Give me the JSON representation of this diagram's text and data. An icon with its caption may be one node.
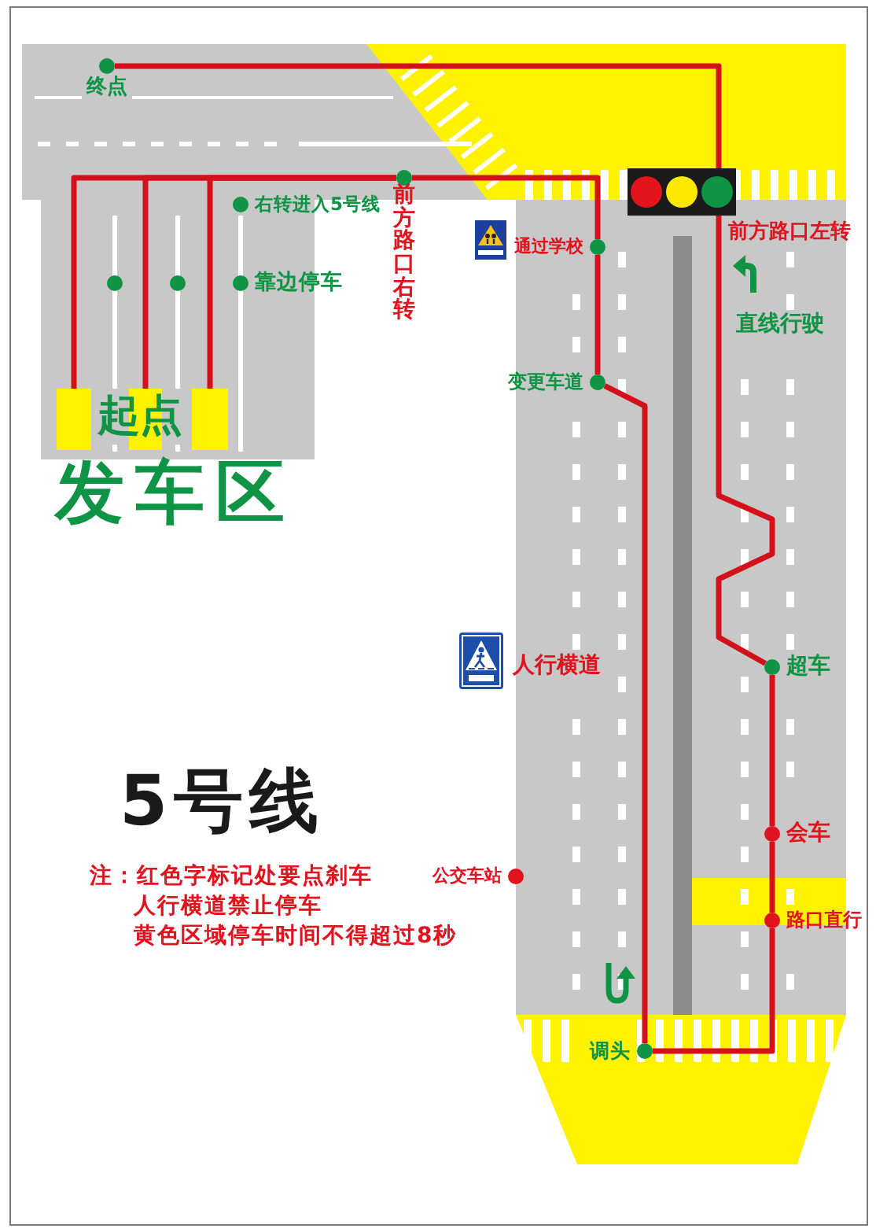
{
  "diagram": {
    "title": "5号线",
    "nodes": [
      {
        "text": [],
        "shape": "circle",
        "beside": [
          "终点"
        ]
      },
      {
        "text": [],
        "shape": "circle",
        "beside": [
          "右转进入5号线"
        ]
      },
      {
        "text": [],
        "shape": "circle",
        "beside": [
          "前方路口右转"
        ]
      },
      {
        "text": [],
        "shape": "circle"
      },
      {
        "text": [],
        "shape": "circle"
      },
      {
        "text": [],
        "shape": "circle",
        "beside": [
          "靠边停车"
        ]
      },
      {
        "text": [],
        "shape": "circle",
        "beside": [
          "通过学校"
        ]
      },
      {
        "text": [],
        "shape": "circle",
        "beside": [
          "变更车道"
        ]
      },
      {
        "text": [],
        "shape": "box"
      },
      {
        "text": [],
        "shape": "box"
      },
      {
        "text": [],
        "shape": "box"
      },
      {
        "text": [],
        "shape": "circle",
        "beside": [
          "超车"
        ]
      },
      {
        "text": [],
        "shape": "circle",
        "beside": [
          "会车"
        ]
      },
      {
        "text": [],
        "shape": "circle",
        "beside": [
          "公交车站"
        ]
      },
      {
        "text": [],
        "shape": "circle",
        "beside": [
          "路口直行"
        ]
      },
      {
        "text": [],
        "shape": "circle",
        "beside": [
          "调头"
        ]
      }
    ],
    "edges": [
      {
        "from": 8,
        "to": 2,
        "arrow": "none"
      },
      {
        "from": 9,
        "to": 2,
        "arrow": "none"
      },
      {
        "from": 10,
        "to": 2,
        "arrow": "none"
      },
      {
        "from": 2,
        "to": 6,
        "arrow": "none"
      },
      {
        "from": 6,
        "to": 7,
        "arrow": "none"
      },
      {
        "from": 7,
        "to": 15,
        "arrow": "none"
      },
      {
        "from": 15,
        "to": 14,
        "arrow": "none"
      },
      {
        "from": 14,
        "to": 12,
        "arrow": "none"
      },
      {
        "from": 12,
        "to": 11,
        "arrow": "none"
      },
      {
        "from": 11,
        "to": 0,
        "arrow": "none"
      }
    ],
    "labels": [
      "前方路口左转",
      "直线行驶",
      "起点",
      "发车区",
      "人行横道",
      "注：红色字标记处要点刹车",
      "人行横道禁止停车",
      "黄色区域停车时间不得超过8秒"
    ]
  }
}
